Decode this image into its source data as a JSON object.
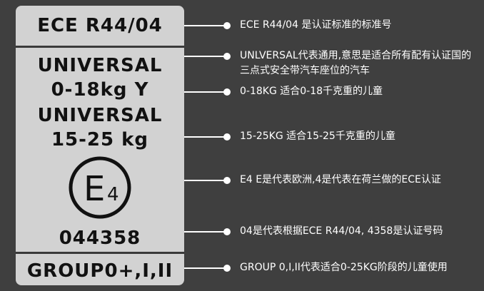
{
  "label": {
    "header": "ECE R44/04",
    "line1": "UNIVERSAL",
    "line2": "0-18kg Y",
    "line3": "UNIVERSAL",
    "line4": "15-25 kg",
    "mark_letter": "E",
    "mark_number": "4",
    "approval_number": "044358",
    "footer": "GROUP0+,I,II"
  },
  "callouts": [
    {
      "text": "ECE R44/04 是认证标准的标准号"
    },
    {
      "text": "UNLVERSAL代表通用,意思是适合所有配有认证国的三点式安全带汽车座位的汽车"
    },
    {
      "text": "0-18KG 适合0-18千克重的儿童"
    },
    {
      "text": "15-25KG 适合15-25千克重的儿童"
    },
    {
      "text": "E4  E是代表欧洲,4是代表在荷兰做的ECE认证"
    },
    {
      "text": "04是代表根据ECE R44/04, 4358是认证号码"
    },
    {
      "text": "GROUP 0,I,II代表适合0-25KG阶段的儿童使用"
    }
  ],
  "colors": {
    "background": "#3f3f3f",
    "label": "#d2d2d2",
    "ink": "#111111",
    "callout": "#ffffff"
  }
}
